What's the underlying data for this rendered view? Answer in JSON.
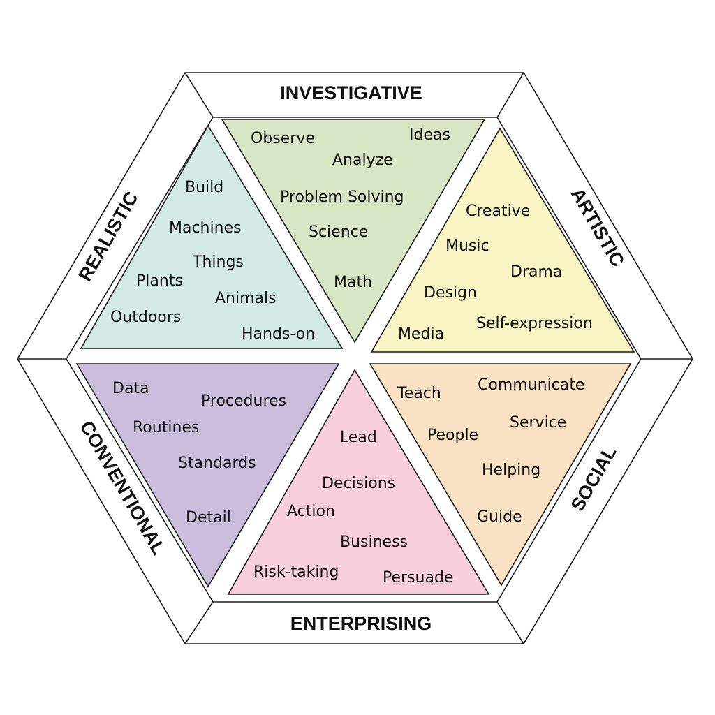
{
  "categories": {
    "investigative": "INVESTIGATIVE",
    "artistic": "ARTISTIC",
    "social": "SOCIAL",
    "enterprising": "ENTERPRISING",
    "conventional": "CONVENTIONAL",
    "realistic": "REALISTIC"
  },
  "colors": {
    "investigative": "#d9e6c5",
    "artistic": "#f8f4c4",
    "social": "#f8e2c3",
    "enterprising": "#f8cfdd",
    "conventional": "#cbbedd",
    "realistic": "#d3ebe4",
    "outline": "#1a1a1a"
  },
  "investigative": [
    "Observe",
    "Ideas",
    "Analyze",
    "Problem Solving",
    "Science",
    "Math"
  ],
  "artistic": [
    "Creative",
    "Music",
    "Drama",
    "Design",
    "Self-expression",
    "Media"
  ],
  "social": [
    "Teach",
    "Communicate",
    "Service",
    "People",
    "Helping",
    "Guide"
  ],
  "enterprising": [
    "Lead",
    "Decisions",
    "Action",
    "Business",
    "Risk-taking",
    "Persuade"
  ],
  "conventional": [
    "Data",
    "Procedures",
    "Routines",
    "Standards",
    "Detail"
  ],
  "realistic": [
    "Build",
    "Machines",
    "Things",
    "Plants",
    "Animals",
    "Outdoors",
    "Hands-on"
  ]
}
